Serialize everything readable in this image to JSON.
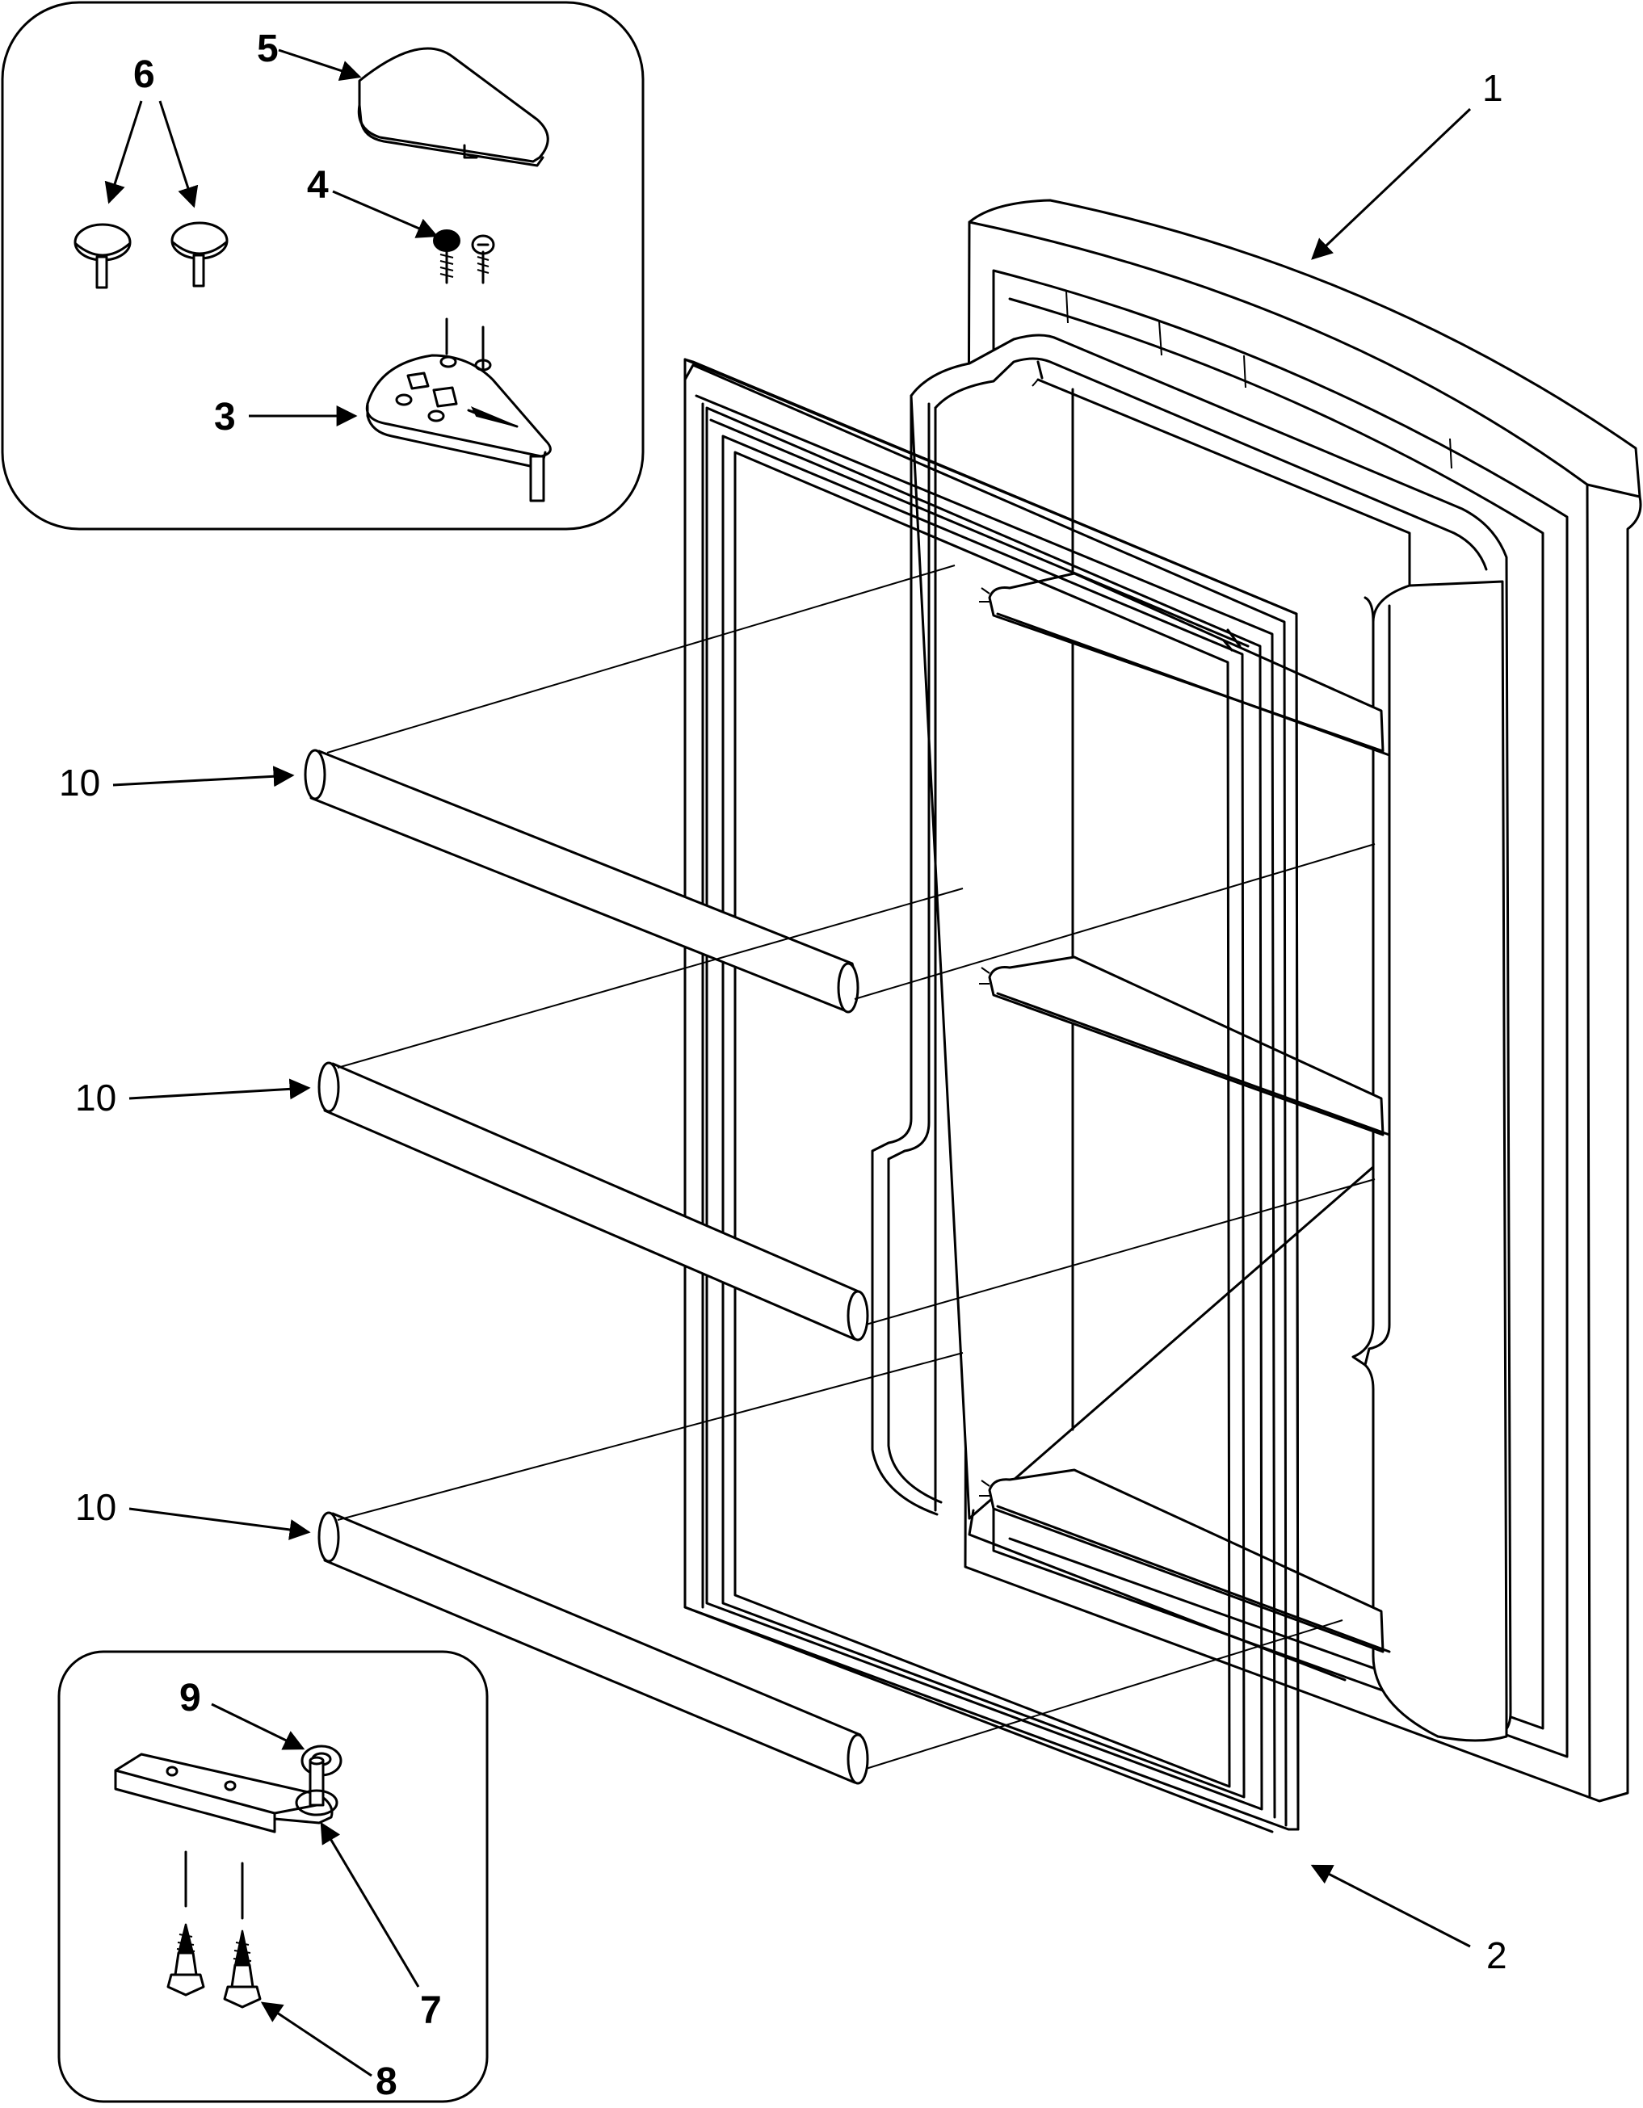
{
  "callouts": {
    "c1": "1",
    "c2": "2",
    "c3": "3",
    "c4": "4",
    "c5": "5",
    "c6": "6",
    "c7": "7",
    "c8": "8",
    "c9": "9",
    "c10a": "10",
    "c10b": "10",
    "c10c": "10"
  }
}
